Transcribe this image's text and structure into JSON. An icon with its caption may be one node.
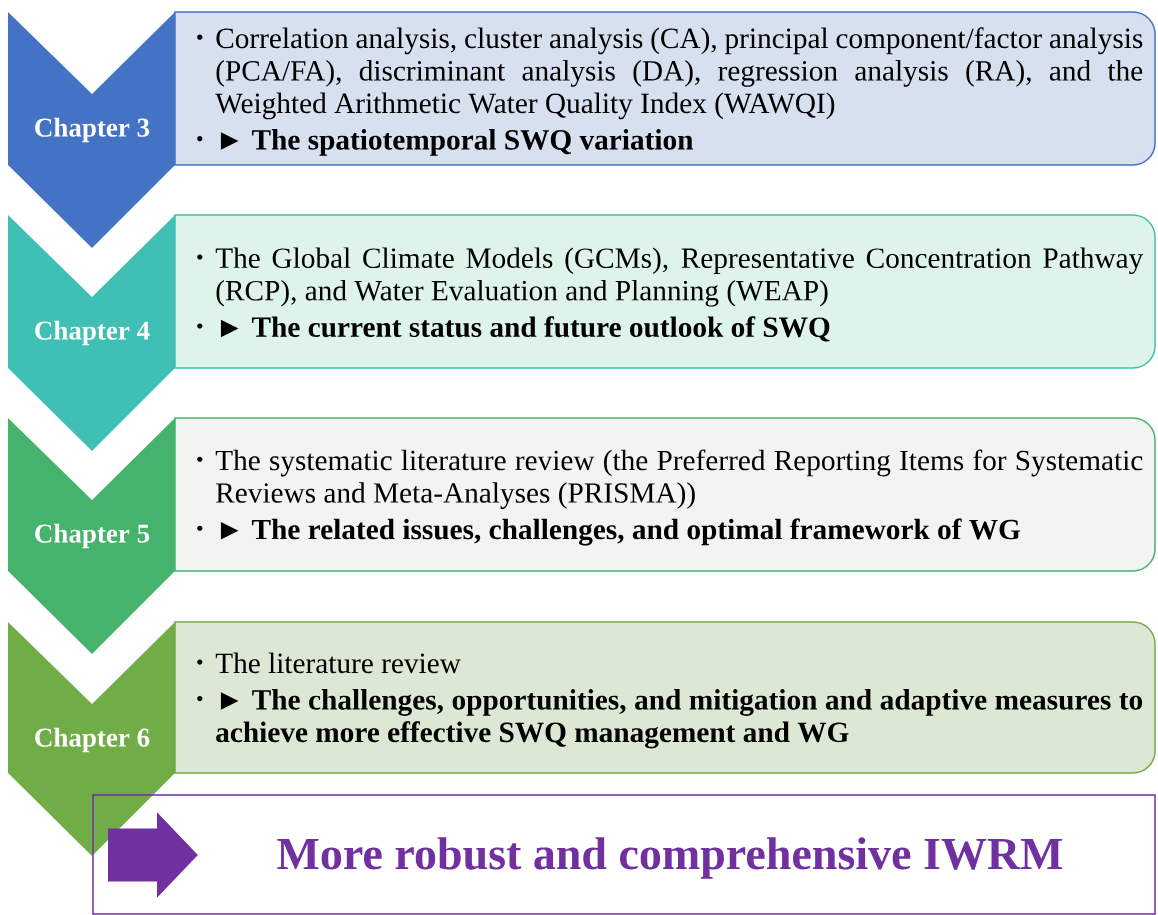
{
  "diagram": {
    "nodes": [
      {
        "text": [
          "Chapter 3"
        ]
      },
      {
        "text": [
          "Correlation analysis, cluster analysis (CA), principal component/factor analysis (PCA/FA), discriminant analysis (DA), regression analysis (RA), and the Weighted Arithmetic Water Quality Index (WAWQI)",
          "► The spatiotemporal SWQ variation"
        ]
      },
      {
        "text": [
          "Chapter 4"
        ]
      },
      {
        "text": [
          "The Global Climate Models (GCMs), Representative Concentration Pathway (RCP), and Water Evaluation and Planning (WEAP)",
          "► The current status and future outlook of SWQ"
        ]
      },
      {
        "text": [
          "Chapter 5"
        ]
      },
      {
        "text": [
          "The systematic literature review (the Preferred Reporting Items for Systematic Reviews and Meta-Analyses (PRISMA))",
          "► The related issues, challenges, and optimal framework of WG"
        ]
      },
      {
        "text": [
          "Chapter 6"
        ]
      },
      {
        "text": [
          "The literature review",
          "► The challenges, opportunities, and mitigation and adaptive measures to achieve more effective SWQ management and WG"
        ]
      },
      {
        "text": [
          "More robust and comprehensive IWRM"
        ]
      }
    ],
    "edges": [
      {
        "from": 6,
        "to": 8,
        "arrow": "to"
      }
    ]
  }
}
